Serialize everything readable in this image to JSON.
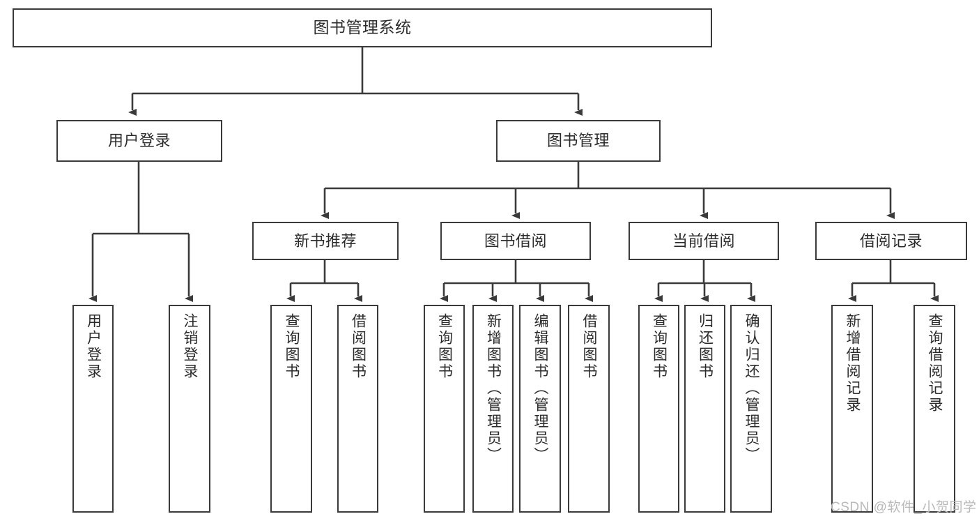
{
  "diagram": {
    "title_node": {
      "label": "图书管理系统"
    },
    "level2": [
      {
        "label": "用户登录"
      },
      {
        "label": "图书管理"
      }
    ],
    "level3": [
      {
        "label": "新书推荐"
      },
      {
        "label": "图书借阅"
      },
      {
        "label": "当前借阅"
      },
      {
        "label": "借阅记录"
      }
    ],
    "leaves": {
      "user_login": [
        {
          "label": "用户登录"
        },
        {
          "label": "注销登录"
        }
      ],
      "new_book_recommend": [
        {
          "label": "查询图书"
        },
        {
          "label": "借阅图书"
        }
      ],
      "book_borrow": [
        {
          "label": "查询图书"
        },
        {
          "label": "新增图书（管理员）"
        },
        {
          "label": "编辑图书（管理员）"
        },
        {
          "label": "借阅图书"
        }
      ],
      "current_borrow": [
        {
          "label": "查询图书"
        },
        {
          "label": "归还图书"
        },
        {
          "label": "确认归还（管理员）"
        }
      ],
      "borrow_record": [
        {
          "label": "新增借阅记录"
        },
        {
          "label": "查询借阅记录"
        }
      ]
    }
  },
  "watermark": {
    "text": "CSDN @软件_小贺同学"
  },
  "colors": {
    "stroke": "#3a3a3a",
    "text": "#2b2b2b",
    "background": "#ffffff",
    "watermark": "#b9b9b9"
  }
}
